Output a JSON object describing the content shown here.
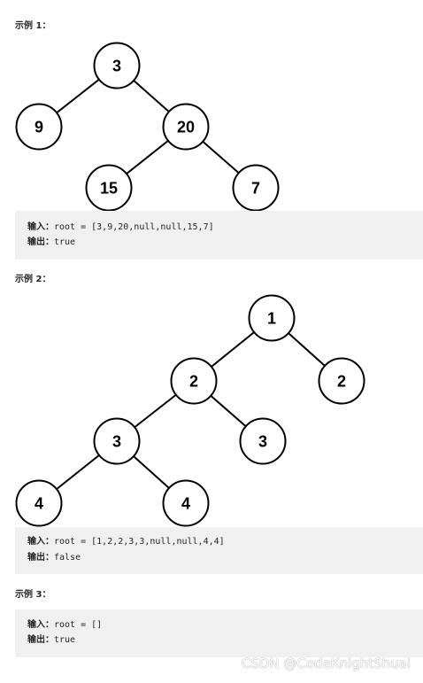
{
  "examples": [
    {
      "heading": "示例 1：",
      "nodes": [
        "3",
        "9",
        "20",
        "15",
        "7"
      ],
      "input_label": "输入：",
      "input_value": "root = [3,9,20,null,null,15,7]",
      "output_label": "输出：",
      "output_value": "true"
    },
    {
      "heading": "示例 2：",
      "nodes": [
        "1",
        "2",
        "2",
        "3",
        "3",
        "4",
        "4"
      ],
      "input_label": "输入：",
      "input_value": "root = [1,2,2,3,3,null,null,4,4]",
      "output_label": "输出：",
      "output_value": "false"
    },
    {
      "heading": "示例 3：",
      "input_label": "输入：",
      "input_value": "root = []",
      "output_label": "输出：",
      "output_value": "true"
    }
  ],
  "watermark": "CSDN @CodeKnightShuai"
}
